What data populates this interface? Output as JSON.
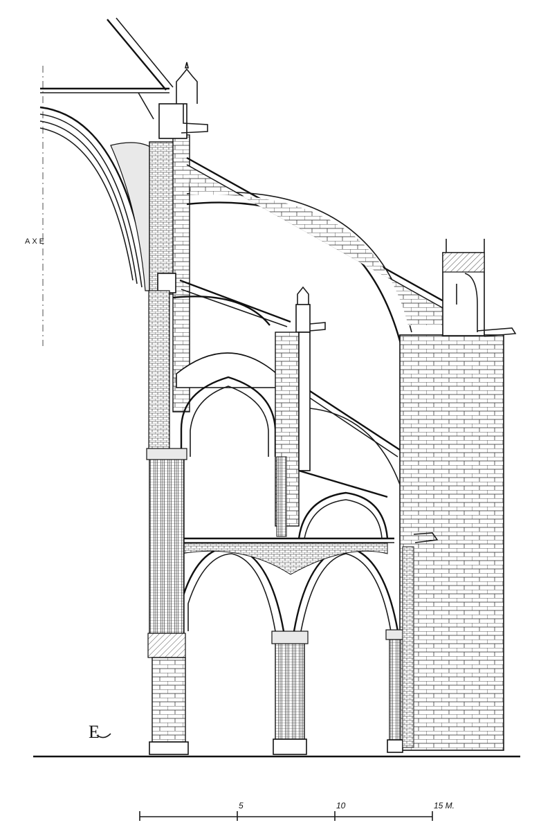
{
  "axis_label": "AXE",
  "monogram": "E",
  "scale": {
    "tick_labels": [
      "5",
      "10",
      "15 M."
    ],
    "marks": [
      0,
      5,
      10,
      15
    ],
    "max": 15
  }
}
